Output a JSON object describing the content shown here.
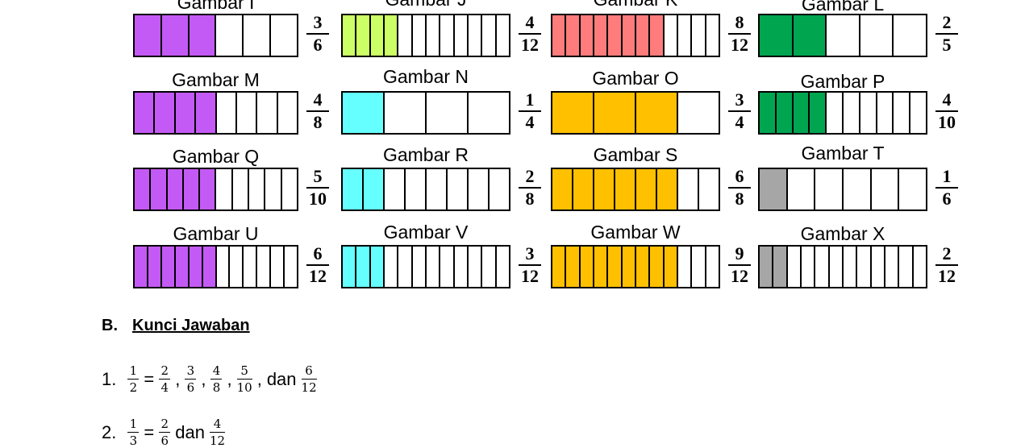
{
  "figures": [
    {
      "title": "Gambar I",
      "segments": 6,
      "filled": 3,
      "color": "#C45AF5",
      "numerator": "3",
      "denominator": "6"
    },
    {
      "title": "Gambar J",
      "segments": 12,
      "filled": 4,
      "color": "#CCFF66",
      "numerator": "4",
      "denominator": "12"
    },
    {
      "title": "Gambar K",
      "segments": 12,
      "filled": 8,
      "color": "#FF7C7C",
      "numerator": "8",
      "denominator": "12"
    },
    {
      "title": "Gambar L",
      "segments": 5,
      "filled": 2,
      "color": "#00A550",
      "numerator": "2",
      "denominator": "5"
    },
    {
      "title": "Gambar M",
      "segments": 8,
      "filled": 4,
      "color": "#C45AF5",
      "numerator": "4",
      "denominator": "8"
    },
    {
      "title": "Gambar N",
      "segments": 4,
      "filled": 1,
      "color": "#66FFFF",
      "numerator": "1",
      "denominator": "4"
    },
    {
      "title": "Gambar O",
      "segments": 4,
      "filled": 3,
      "color": "#FFC000",
      "numerator": "3",
      "denominator": "4"
    },
    {
      "title": "Gambar P",
      "segments": 10,
      "filled": 4,
      "color": "#00A550",
      "numerator": "4",
      "denominator": "10"
    },
    {
      "title": "Gambar Q",
      "segments": 10,
      "filled": 5,
      "color": "#C45AF5",
      "numerator": "5",
      "denominator": "10"
    },
    {
      "title": "Gambar R",
      "segments": 8,
      "filled": 2,
      "color": "#66FFFF",
      "numerator": "2",
      "denominator": "8"
    },
    {
      "title": "Gambar S",
      "segments": 8,
      "filled": 6,
      "color": "#FFC000",
      "numerator": "6",
      "denominator": "8"
    },
    {
      "title": "Gambar T",
      "segments": 6,
      "filled": 1,
      "color": "#A6A6A6",
      "numerator": "1",
      "denominator": "6"
    },
    {
      "title": "Gambar U",
      "segments": 12,
      "filled": 6,
      "color": "#C45AF5",
      "numerator": "6",
      "denominator": "12"
    },
    {
      "title": "Gambar V",
      "segments": 12,
      "filled": 3,
      "color": "#66FFFF",
      "numerator": "3",
      "denominator": "12"
    },
    {
      "title": "Gambar W",
      "segments": 12,
      "filled": 9,
      "color": "#FFC000",
      "numerator": "9",
      "denominator": "12"
    },
    {
      "title": "Gambar X",
      "segments": 12,
      "filled": 2,
      "color": "#A6A6A6",
      "numerator": "2",
      "denominator": "12"
    }
  ],
  "section": {
    "letter": "B.",
    "title": "Kunci Jawaban"
  },
  "answers": {
    "a1": {
      "number": "1.",
      "f1": {
        "n": "1",
        "d": "2"
      },
      "eq": "=",
      "f2": {
        "n": "2",
        "d": "4"
      },
      "c1": ",",
      "f3": {
        "n": "3",
        "d": "6"
      },
      "c2": ",",
      "f4": {
        "n": "4",
        "d": "8"
      },
      "c3": ",",
      "f5": {
        "n": "5",
        "d": "10"
      },
      "c4": ",",
      "and": "dan",
      "f6": {
        "n": "6",
        "d": "12"
      }
    },
    "a2": {
      "number": "2.",
      "f1": {
        "n": "1",
        "d": "3"
      },
      "eq": "=",
      "f2": {
        "n": "2",
        "d": "6"
      },
      "and": "dan",
      "f3": {
        "n": "4",
        "d": "12"
      }
    }
  }
}
